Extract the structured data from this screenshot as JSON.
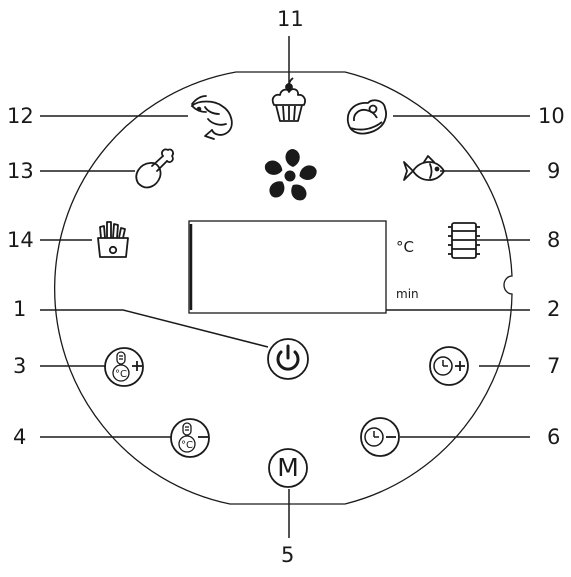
{
  "display": {
    "temp_unit": "°C",
    "time_unit": "min"
  },
  "callouts": [
    {
      "id": "1",
      "target": "power-button"
    },
    {
      "id": "2",
      "target": "display-screen"
    },
    {
      "id": "3",
      "target": "temperature-up-button"
    },
    {
      "id": "4",
      "target": "temperature-down-button"
    },
    {
      "id": "5",
      "target": "menu-button"
    },
    {
      "id": "6",
      "target": "time-down-button"
    },
    {
      "id": "7",
      "target": "time-up-button"
    },
    {
      "id": "8",
      "target": "preset-8-icon"
    },
    {
      "id": "9",
      "target": "fish-preset-icon"
    },
    {
      "id": "10",
      "target": "steak-preset-icon"
    },
    {
      "id": "11",
      "target": "cake-preset-icon"
    },
    {
      "id": "12",
      "target": "shrimp-preset-icon"
    },
    {
      "id": "13",
      "target": "chicken-leg-preset-icon"
    },
    {
      "id": "14",
      "target": "fries-preset-icon"
    }
  ],
  "buttons": {
    "menu_letter": "M"
  },
  "icons": {
    "fan": "fan-icon",
    "power": "power-icon",
    "thermometer": "thermometer-icon",
    "clock": "clock-icon"
  },
  "colors": {
    "line": "#1a1a1a",
    "background": "#ffffff"
  }
}
